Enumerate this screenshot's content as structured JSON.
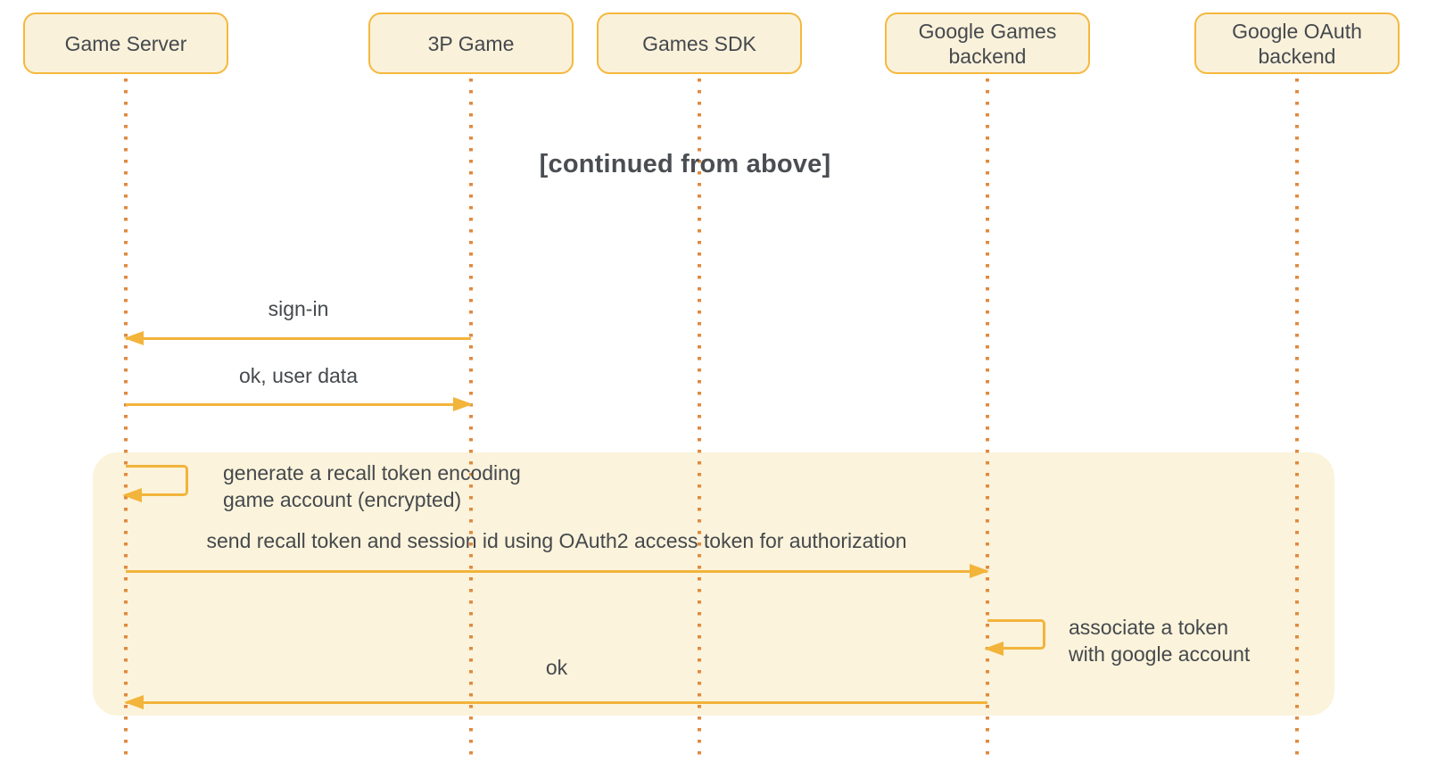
{
  "diagram": {
    "continued_note": "[continued from above]",
    "actors": [
      {
        "name": "Game Server"
      },
      {
        "name": "3P Game"
      },
      {
        "name": "Games SDK"
      },
      {
        "name": "Google Games backend"
      },
      {
        "name": "Google OAuth backend"
      }
    ],
    "messages": [
      {
        "type": "message",
        "label": "sign-in",
        "from": "3P Game",
        "to": "Game Server",
        "direction": "left"
      },
      {
        "type": "message",
        "label": "ok, user data",
        "from": "Game Server",
        "to": "3P Game",
        "direction": "right"
      },
      {
        "type": "self",
        "actor": "Game Server",
        "lines": [
          "generate a recall token encoding",
          "game account (encrypted)"
        ]
      },
      {
        "type": "message",
        "label": "send recall token and session id using OAuth2 access token for authorization",
        "from": "Game Server",
        "to": "Google Games backend",
        "direction": "right"
      },
      {
        "type": "self",
        "actor": "Google Games backend",
        "lines": [
          "associate a token",
          "with google account"
        ]
      },
      {
        "type": "message",
        "label": "ok",
        "from": "Google Games backend",
        "to": "Game Server",
        "direction": "left"
      }
    ],
    "colors": {
      "actor_fill": "#FAF1DB",
      "actor_border": "#F5B83E",
      "arrow": "#F2B43B",
      "lifeline_dot": "#E18A3E",
      "highlight_region": "#FBF3DB",
      "text": "#45494D"
    }
  }
}
